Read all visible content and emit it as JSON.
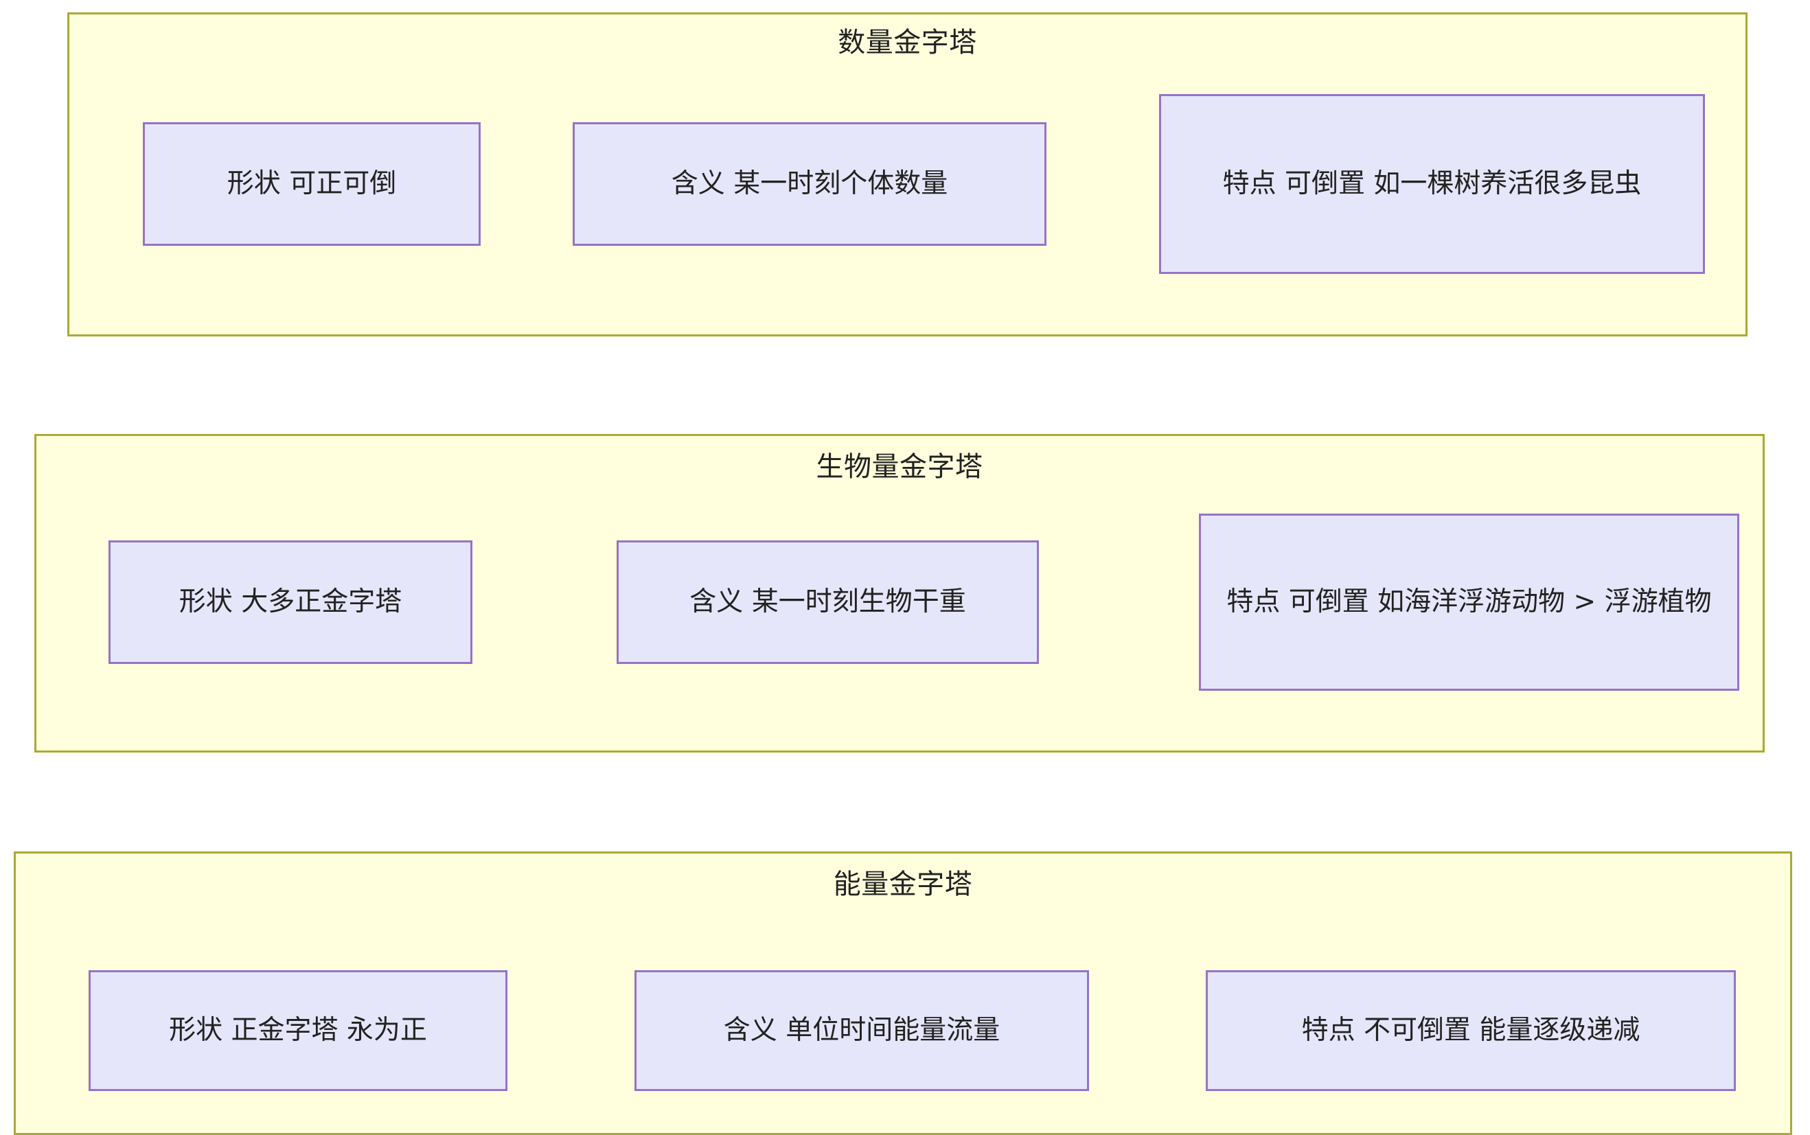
{
  "diagram": {
    "type": "grouped-box-diagram",
    "background_color": "#ffffff",
    "group_fill_color": "#ffffdd",
    "group_border_color": "#aaaa33",
    "node_fill_color": "#e6e6fa",
    "node_border_color": "#9673c8",
    "text_color": "#222222",
    "groups": [
      {
        "id": "group-1",
        "title": "数量金字塔",
        "nodes": [
          {
            "label": "形状 可正可倒"
          },
          {
            "label": "含义 某一时刻个体数量"
          },
          {
            "label": "特点 可倒置 如一棵树养活很多昆虫"
          }
        ]
      },
      {
        "id": "group-2",
        "title": "生物量金字塔",
        "nodes": [
          {
            "label": "形状 大多正金字塔"
          },
          {
            "label": "含义 某一时刻生物干重"
          },
          {
            "label": "特点 可倒置 如海洋浮游动物 > 浮游植物"
          }
        ]
      },
      {
        "id": "group-3",
        "title": "能量金字塔",
        "nodes": [
          {
            "label": "形状 正金字塔 永为正"
          },
          {
            "label": "含义 单位时间能量流量"
          },
          {
            "label": "特点 不可倒置 能量逐级递减"
          }
        ]
      }
    ]
  }
}
